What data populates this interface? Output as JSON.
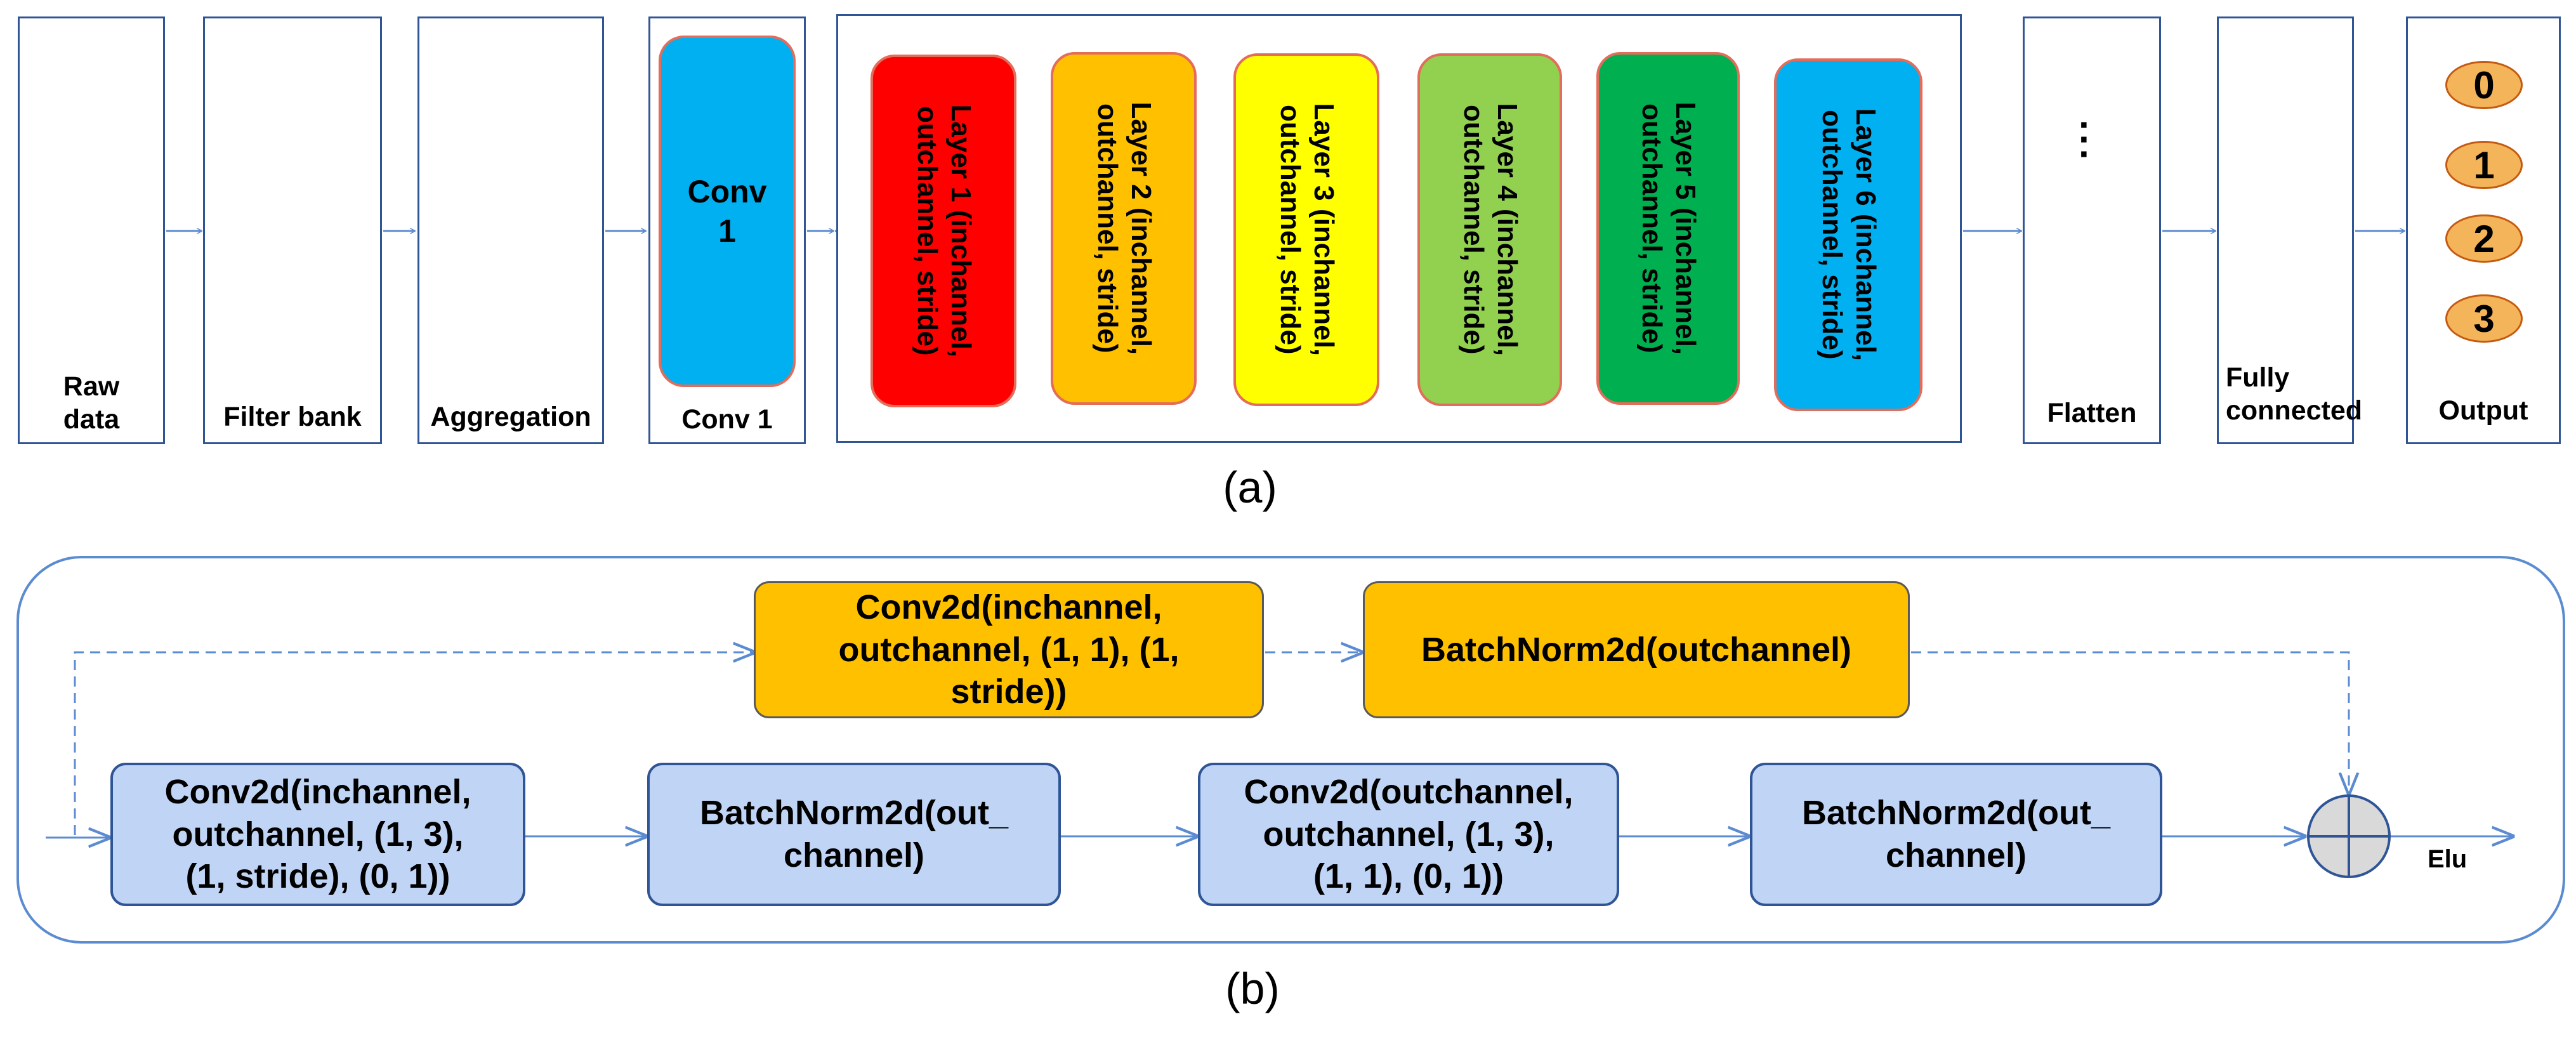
{
  "part_a": {
    "caption": "(a)",
    "raw_data_label": "Raw\ndata",
    "filter_bank_label": "Filter bank",
    "aggregation_label": "Aggregation",
    "conv1_box": "Conv\n1",
    "conv1_label": "Conv 1",
    "layers": [
      {
        "text": "Layer 1 (inchannel,\noutchannel, stride)",
        "color": "#ff0000"
      },
      {
        "text": "Layer 2 (inchannel,\noutchannel, stride)",
        "color": "#ffc000"
      },
      {
        "text": "Layer 3 (inchannel,\noutchannel, stride)",
        "color": "#ffff00"
      },
      {
        "text": "Layer 4 (inchannel,\noutchannel, stride)",
        "color": "#92d050"
      },
      {
        "text": "Layer 5 (inchannel,\noutchannel, stride)",
        "color": "#00b050"
      },
      {
        "text": "Layer 6 (inchannel,\noutchannel, stride)",
        "color": "#00b0f0"
      }
    ],
    "flatten_label": "Flatten",
    "fully_connected_label": "Fully\nconnected",
    "output_label": "Output",
    "outputs": [
      "0",
      "1",
      "2",
      "3"
    ],
    "dots": "·\n·\n·"
  },
  "part_b": {
    "caption": "(b)",
    "shortcut_conv": "Conv2d(inchannel,\noutchannel, (1, 1), (1,\nstride))",
    "shortcut_bn": "BatchNorm2d(outchannel)",
    "main_conv1": "Conv2d(inchannel,\noutchannel, (1, 3),\n(1, stride), (0, 1))",
    "main_bn1": "BatchNorm2d(out_\nchannel)",
    "main_conv2": "Conv2d(outchannel,\noutchannel, (1, 3),\n(1, 1), (0, 1))",
    "main_bn2": "BatchNorm2d(out_\nchannel)",
    "activation": "Elu"
  },
  "colors": {
    "arrow": "#5b8bd0",
    "panel_border": "#2f5597",
    "cube_front": "#5b8ee6",
    "filter_orange": "#ffb44d",
    "filter_green": "#4fc98a",
    "filter_lightblue": "#56b4e9",
    "node_blue": "#c0d5f5",
    "node_gold": "#ffc000"
  }
}
